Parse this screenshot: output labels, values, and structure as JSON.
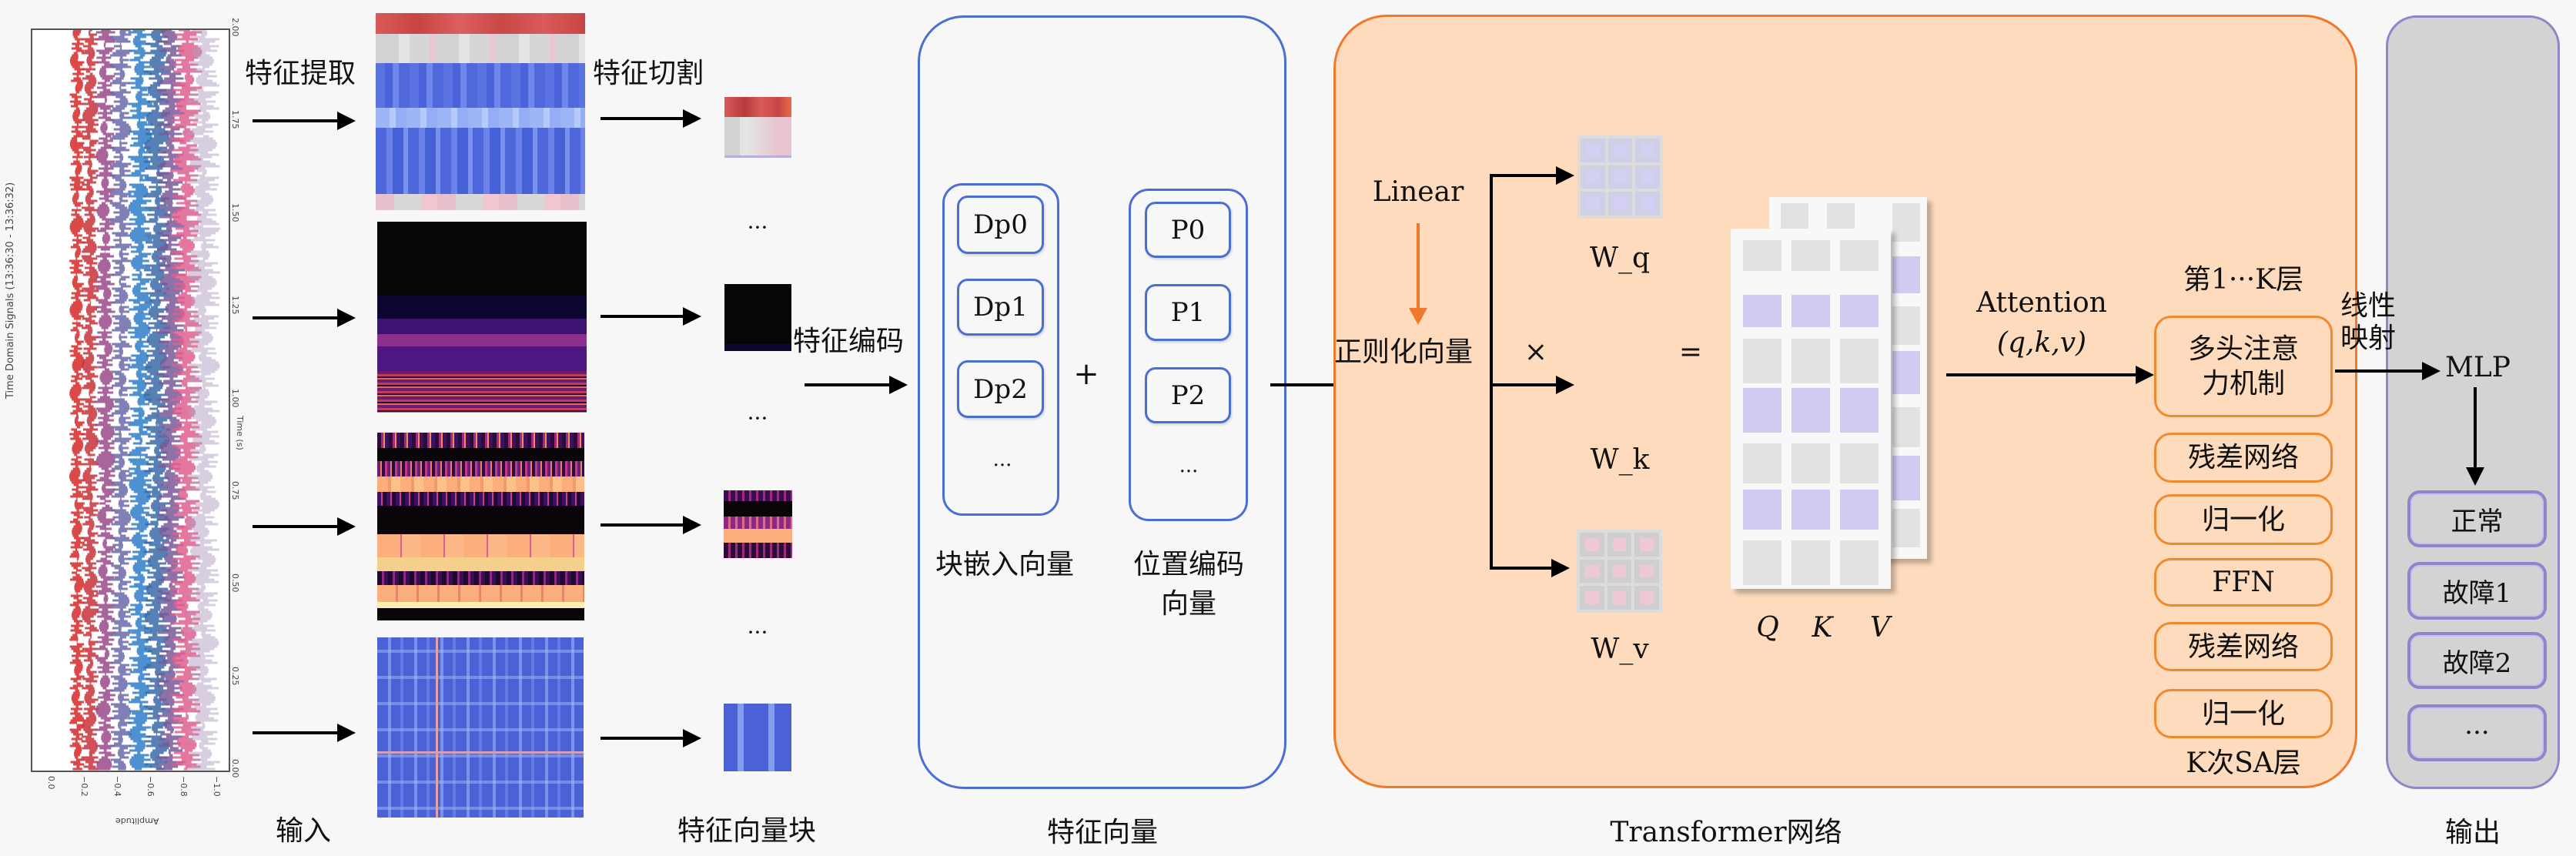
{
  "input": {
    "plot_title": "Time Domain Signals (13:36:30 - 13:36:32)",
    "time_axis_label": "Time (s)",
    "amplitude_axis_label": "Amplitude",
    "time_ticks": [
      "0.00",
      "0.25",
      "0.50",
      "0.75",
      "1.00",
      "1.25",
      "1.50",
      "1.75",
      "2.00"
    ],
    "amplitude_ticks": [
      "0.0",
      "−0.2",
      "−0.4",
      "−0.6",
      "−0.8",
      "−1.0"
    ],
    "caption": "输入"
  },
  "extraction": {
    "label": "特征提取",
    "maps": [
      {
        "name": "feature-map-1",
        "colormap": "coolwarm"
      },
      {
        "name": "feature-map-2",
        "colormap": "magma"
      },
      {
        "name": "feature-map-3",
        "colormap": "magma"
      },
      {
        "name": "feature-map-4",
        "colormap": "coolwarm"
      }
    ]
  },
  "cutting": {
    "label": "特征切割",
    "ellipsis": "···",
    "caption": "特征向量块"
  },
  "encoding": {
    "label": "特征编码"
  },
  "feature_vector": {
    "patch_embedding": {
      "items": [
        "Dp0",
        "Dp1",
        "Dp2"
      ],
      "ellipsis": "···",
      "caption": "块嵌入向量"
    },
    "plus": "+",
    "position_encoding": {
      "items": [
        "P0",
        "P1",
        "P2"
      ],
      "ellipsis": "···",
      "caption_line1": "位置编码",
      "caption_line2": "向量"
    },
    "caption": "特征向量"
  },
  "transformer": {
    "linear_label": "Linear",
    "normalized_vector_label": "正则化向量",
    "times": "×",
    "equals": "=",
    "weights": [
      "W_q",
      "W_k",
      "W_v"
    ],
    "qkv_labels": [
      "Q",
      "K",
      "V"
    ],
    "attention_label": "Attention",
    "attention_args": "(q,k,v)",
    "layer_range_label": "第1···K层",
    "blocks": [
      "多头注意力机制",
      "残差网络",
      "归一化",
      "FFN",
      "残差网络",
      "归一化"
    ],
    "block_mha_line1": "多头注意",
    "block_mha_line2": "力机制",
    "repeat_label": "K次SA层",
    "caption": "Transformer网络"
  },
  "output": {
    "mapping_label_line1": "线性",
    "mapping_label_line2": "映射",
    "mlp_label": "MLP",
    "classes": [
      "正常",
      "故障1",
      "故障2",
      "···"
    ],
    "caption": "输出"
  },
  "colors": {
    "transformer_bg": "#fedbbd",
    "transformer_border": "#f07a2c",
    "feature_border": "#4a6fd4",
    "output_bg": "#d3d3d3",
    "output_border": "#8e86c8",
    "matrix_highlight": "#d0cbf2",
    "matrix_cell": "#e2e2e2"
  }
}
